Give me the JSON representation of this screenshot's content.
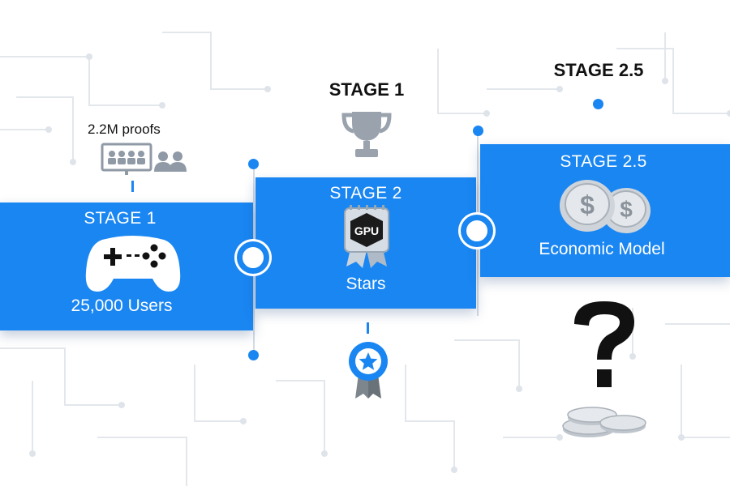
{
  "diagram": {
    "left_card": {
      "stage": "STAGE 1",
      "caption": "25,000 Users",
      "icon": "gamepad-icon"
    },
    "middle_card": {
      "stage": "STAGE 2",
      "caption": "Stars",
      "chip_label": "GPU",
      "icon": "gpu-chip-icon"
    },
    "right_card": {
      "stage": "STAGE 2.5",
      "caption": "Economic Model",
      "icon": "coins-icon"
    },
    "top_labels": {
      "middle": "STAGE 1",
      "right": "STAGE 2.5"
    },
    "proofs_label": "2.2M proofs",
    "colors": {
      "accent": "#1a86f2",
      "text": "#111111",
      "grid": "#dfe4ea"
    },
    "icons": [
      "presentation-icon",
      "people-icon",
      "trophy-icon",
      "star-badge-icon",
      "question-mark-icon",
      "coin-stack-icon"
    ]
  }
}
